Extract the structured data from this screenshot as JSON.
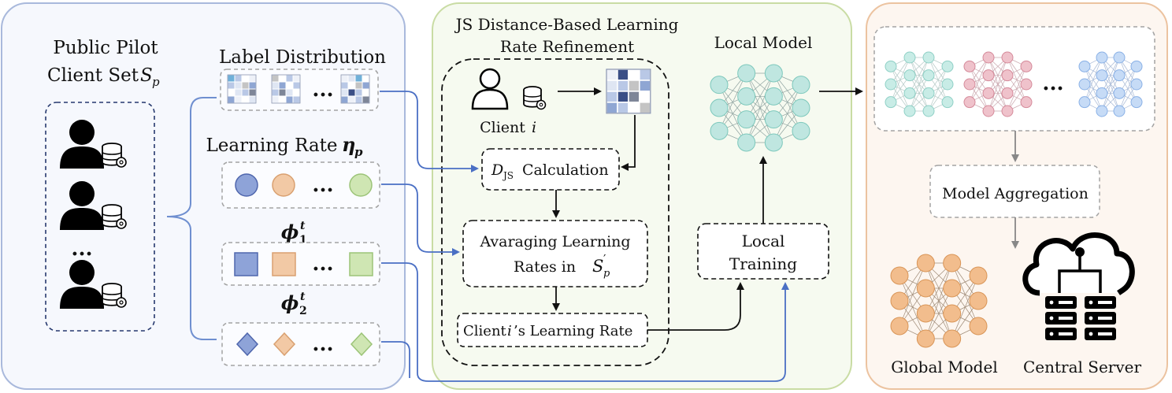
{
  "left_panel": {
    "title_line1": "Public Pilot",
    "title_line2": "Client Set",
    "title_symbol": "S",
    "title_subscript": "p",
    "ellipsis": "..."
  },
  "label_distribution": {
    "label": "Label Distribution",
    "ellipsis": "..."
  },
  "learning_rate": {
    "label": "Learning Rate",
    "symbol": "η",
    "subscript": "p",
    "ellipsis": "..."
  },
  "phi1": {
    "symbol": "ϕ",
    "superscript": "t",
    "subscript": "1",
    "ellipsis": "..."
  },
  "phi2": {
    "symbol": "ϕ",
    "superscript": "t",
    "subscript": "2",
    "ellipsis": "..."
  },
  "middle_panel": {
    "title_line1": "JS Distance-Based Learning",
    "title_line2": "Rate Refinement",
    "client_label": "Client",
    "client_var": "i",
    "djs_symbol": "D",
    "djs_subscript": "JS",
    "djs_label": "Calculation",
    "avg_line1": "Avaraging Learning",
    "avg_line2": "Rates in",
    "avg_symbol": "S",
    "avg_sub": "p",
    "avg_prime": "′",
    "rate_prefix": "Client",
    "rate_var": "i",
    "rate_suffix": "’s Learning Rate"
  },
  "local": {
    "model_label": "Local Model",
    "training_line1": "Local",
    "training_line2": "Training"
  },
  "right_panel": {
    "ellipsis": "...",
    "aggregation_label": "Model Aggregation",
    "global_model_label": "Global Model",
    "central_server_label": "Central Server"
  },
  "colors": {
    "left_panel_border": "#a9b9dc",
    "left_panel_fill": "#f6f8fd",
    "middle_panel_border": "#c9dca4",
    "middle_panel_fill": "#f6faf0",
    "right_panel_border": "#ecc3a0",
    "right_panel_fill": "#fdf6f0",
    "blue_shape": "#8ea3d8",
    "orange_shape": "#f2c9a5",
    "green_shape": "#cfe6b3",
    "teal_nn": "#bfe6e0",
    "pink_nn": "#e8b6c0",
    "blue_nn": "#bcd4f4",
    "orange_nn": "#f0b985",
    "arrow_blue": "#4a6fc4"
  },
  "icons": [
    "user-icon",
    "database-gear-icon",
    "neural-network-icon",
    "cloud-server-icon",
    "label-matrix-icon"
  ]
}
